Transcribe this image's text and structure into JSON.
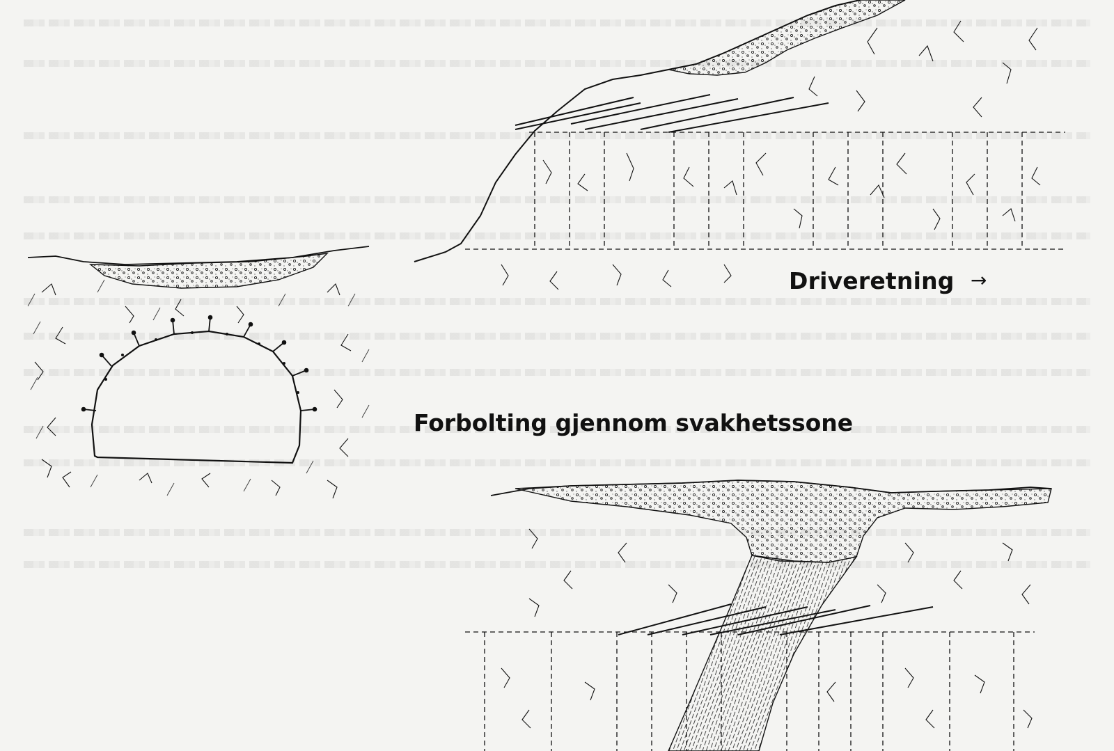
{
  "labels": {
    "direction": "Driveretning",
    "direction_arrow": "→",
    "title": "Forbolting gjennom svakhetssone"
  },
  "colors": {
    "background": "#f4f4f2",
    "ink": "#111111",
    "ghost_text": "#d8d8d6"
  },
  "figures": [
    {
      "name": "tunnel-cross-section",
      "description_visible": false
    },
    {
      "name": "longitudinal-section-top",
      "description_visible": false
    },
    {
      "name": "longitudinal-section-bottom",
      "description_visible": false
    }
  ]
}
